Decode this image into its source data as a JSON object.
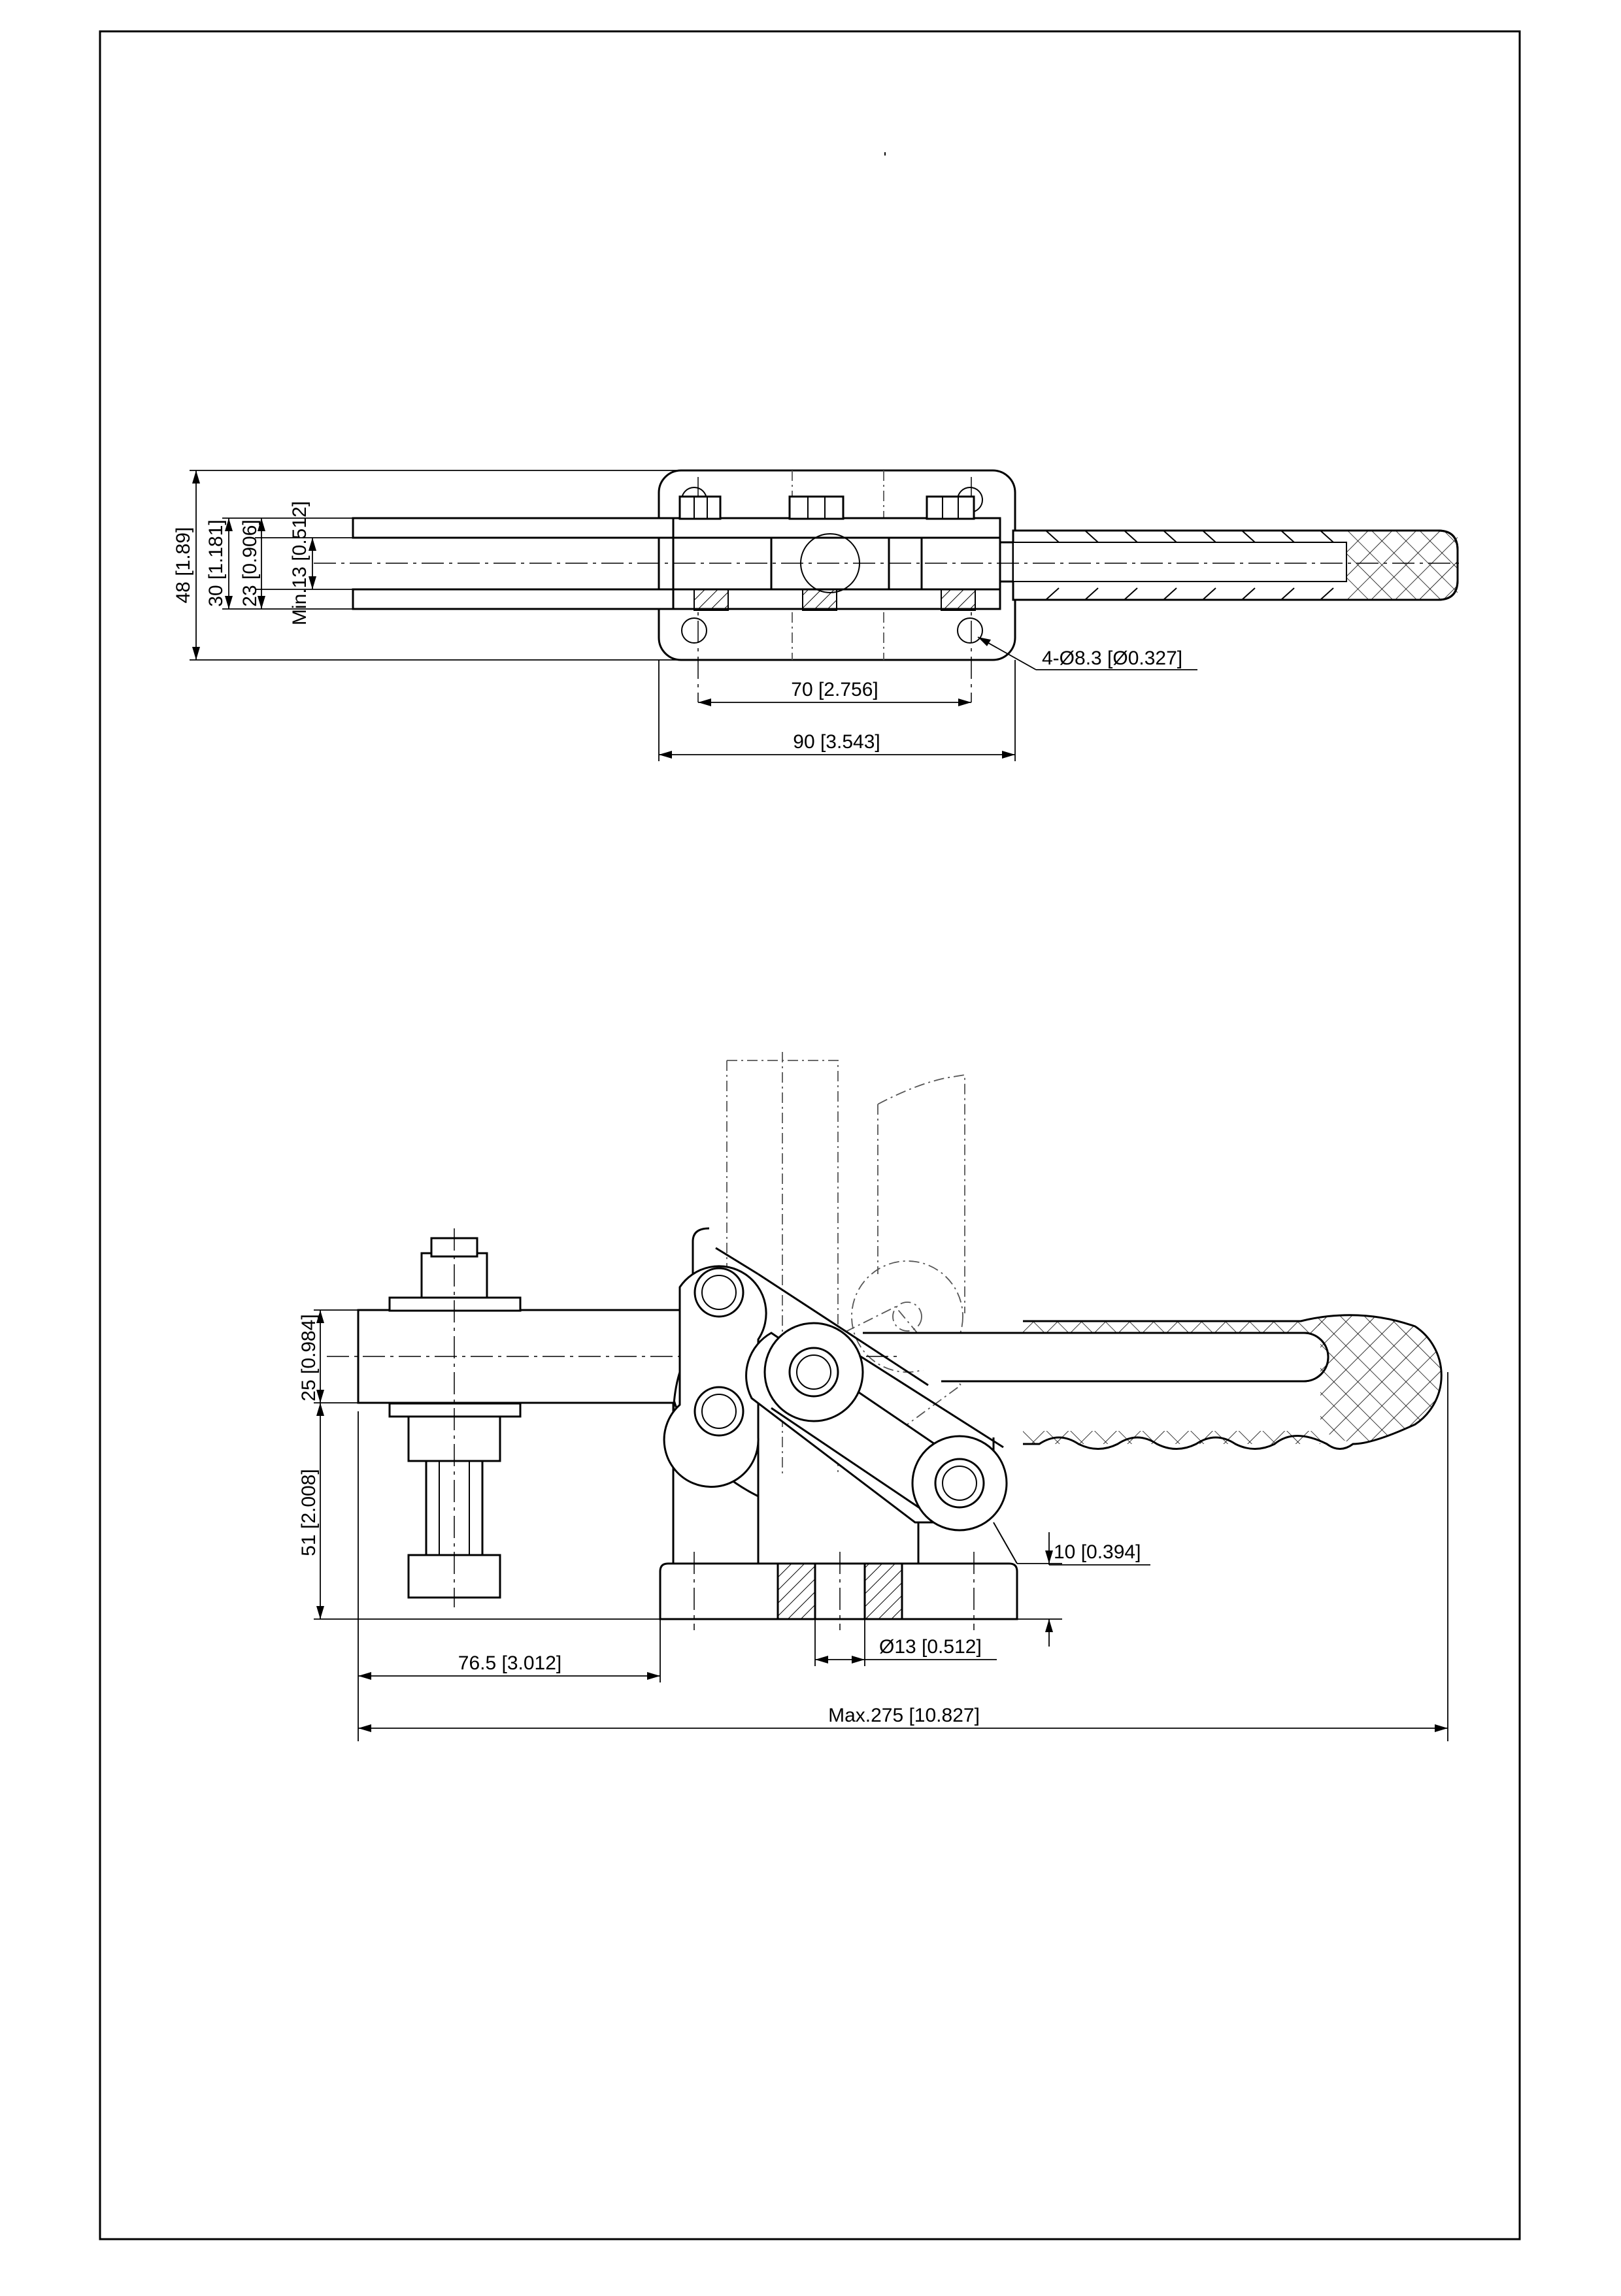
{
  "drawing": {
    "top_view": {
      "dimensions": {
        "overall_height": "48 [1.89]",
        "bar_span": "30 [1.181]",
        "inner_span": "23 [0.906]",
        "min_gap": "Min.13 [0.512]",
        "hole_spacing": "70 [2.756]",
        "base_width": "90 [3.543]",
        "mount_holes": "4-Ø8.3 [Ø0.327]"
      }
    },
    "side_view": {
      "dimensions": {
        "arm_height": "25 [0.984]",
        "arm_to_base": "51 [2.008]",
        "base_thickness": "10 [0.394]",
        "bore_diameter": "Ø13 [0.512]",
        "reach": "76.5 [3.012]",
        "max_length": "Max.275 [10.827]"
      }
    }
  }
}
